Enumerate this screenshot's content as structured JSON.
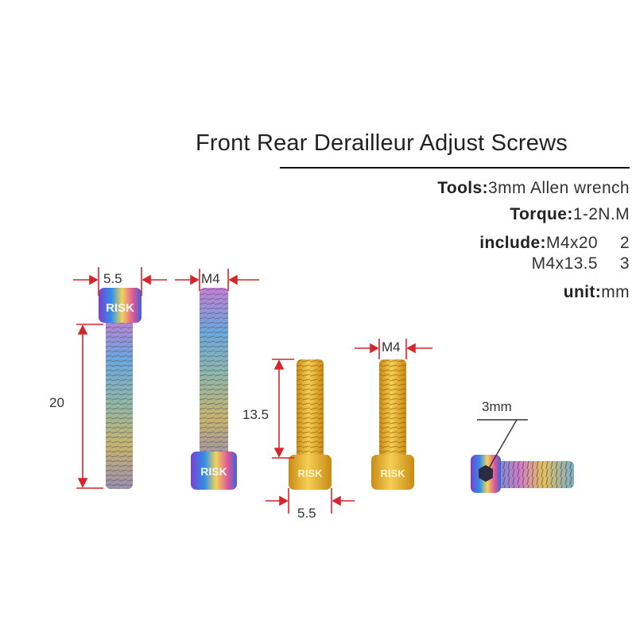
{
  "title": "Front Rear Derailleur Adjust Screws",
  "specs": {
    "tools_label": "Tools:",
    "tools_value": "3mm Allen wrench",
    "torque_label": "Torque:",
    "torque_value": "1-2N.M",
    "include_label": "include:",
    "include_items": [
      {
        "size": "M4x20",
        "qty": "2"
      },
      {
        "size": "M4x13.5",
        "qty": "3"
      }
    ],
    "unit_label": "unit:",
    "unit_value": "mm"
  },
  "dimensions": {
    "head_width_long": "5.5",
    "thread_long": "M4",
    "length_long": "20",
    "length_short": "13.5",
    "thread_short": "M4",
    "head_width_short": "5.5",
    "allen_size": "3mm"
  },
  "brand_mark": "RISK",
  "colors": {
    "dimension_line": "#d6252b",
    "gold": "#e3a92c",
    "text": "#222222"
  }
}
